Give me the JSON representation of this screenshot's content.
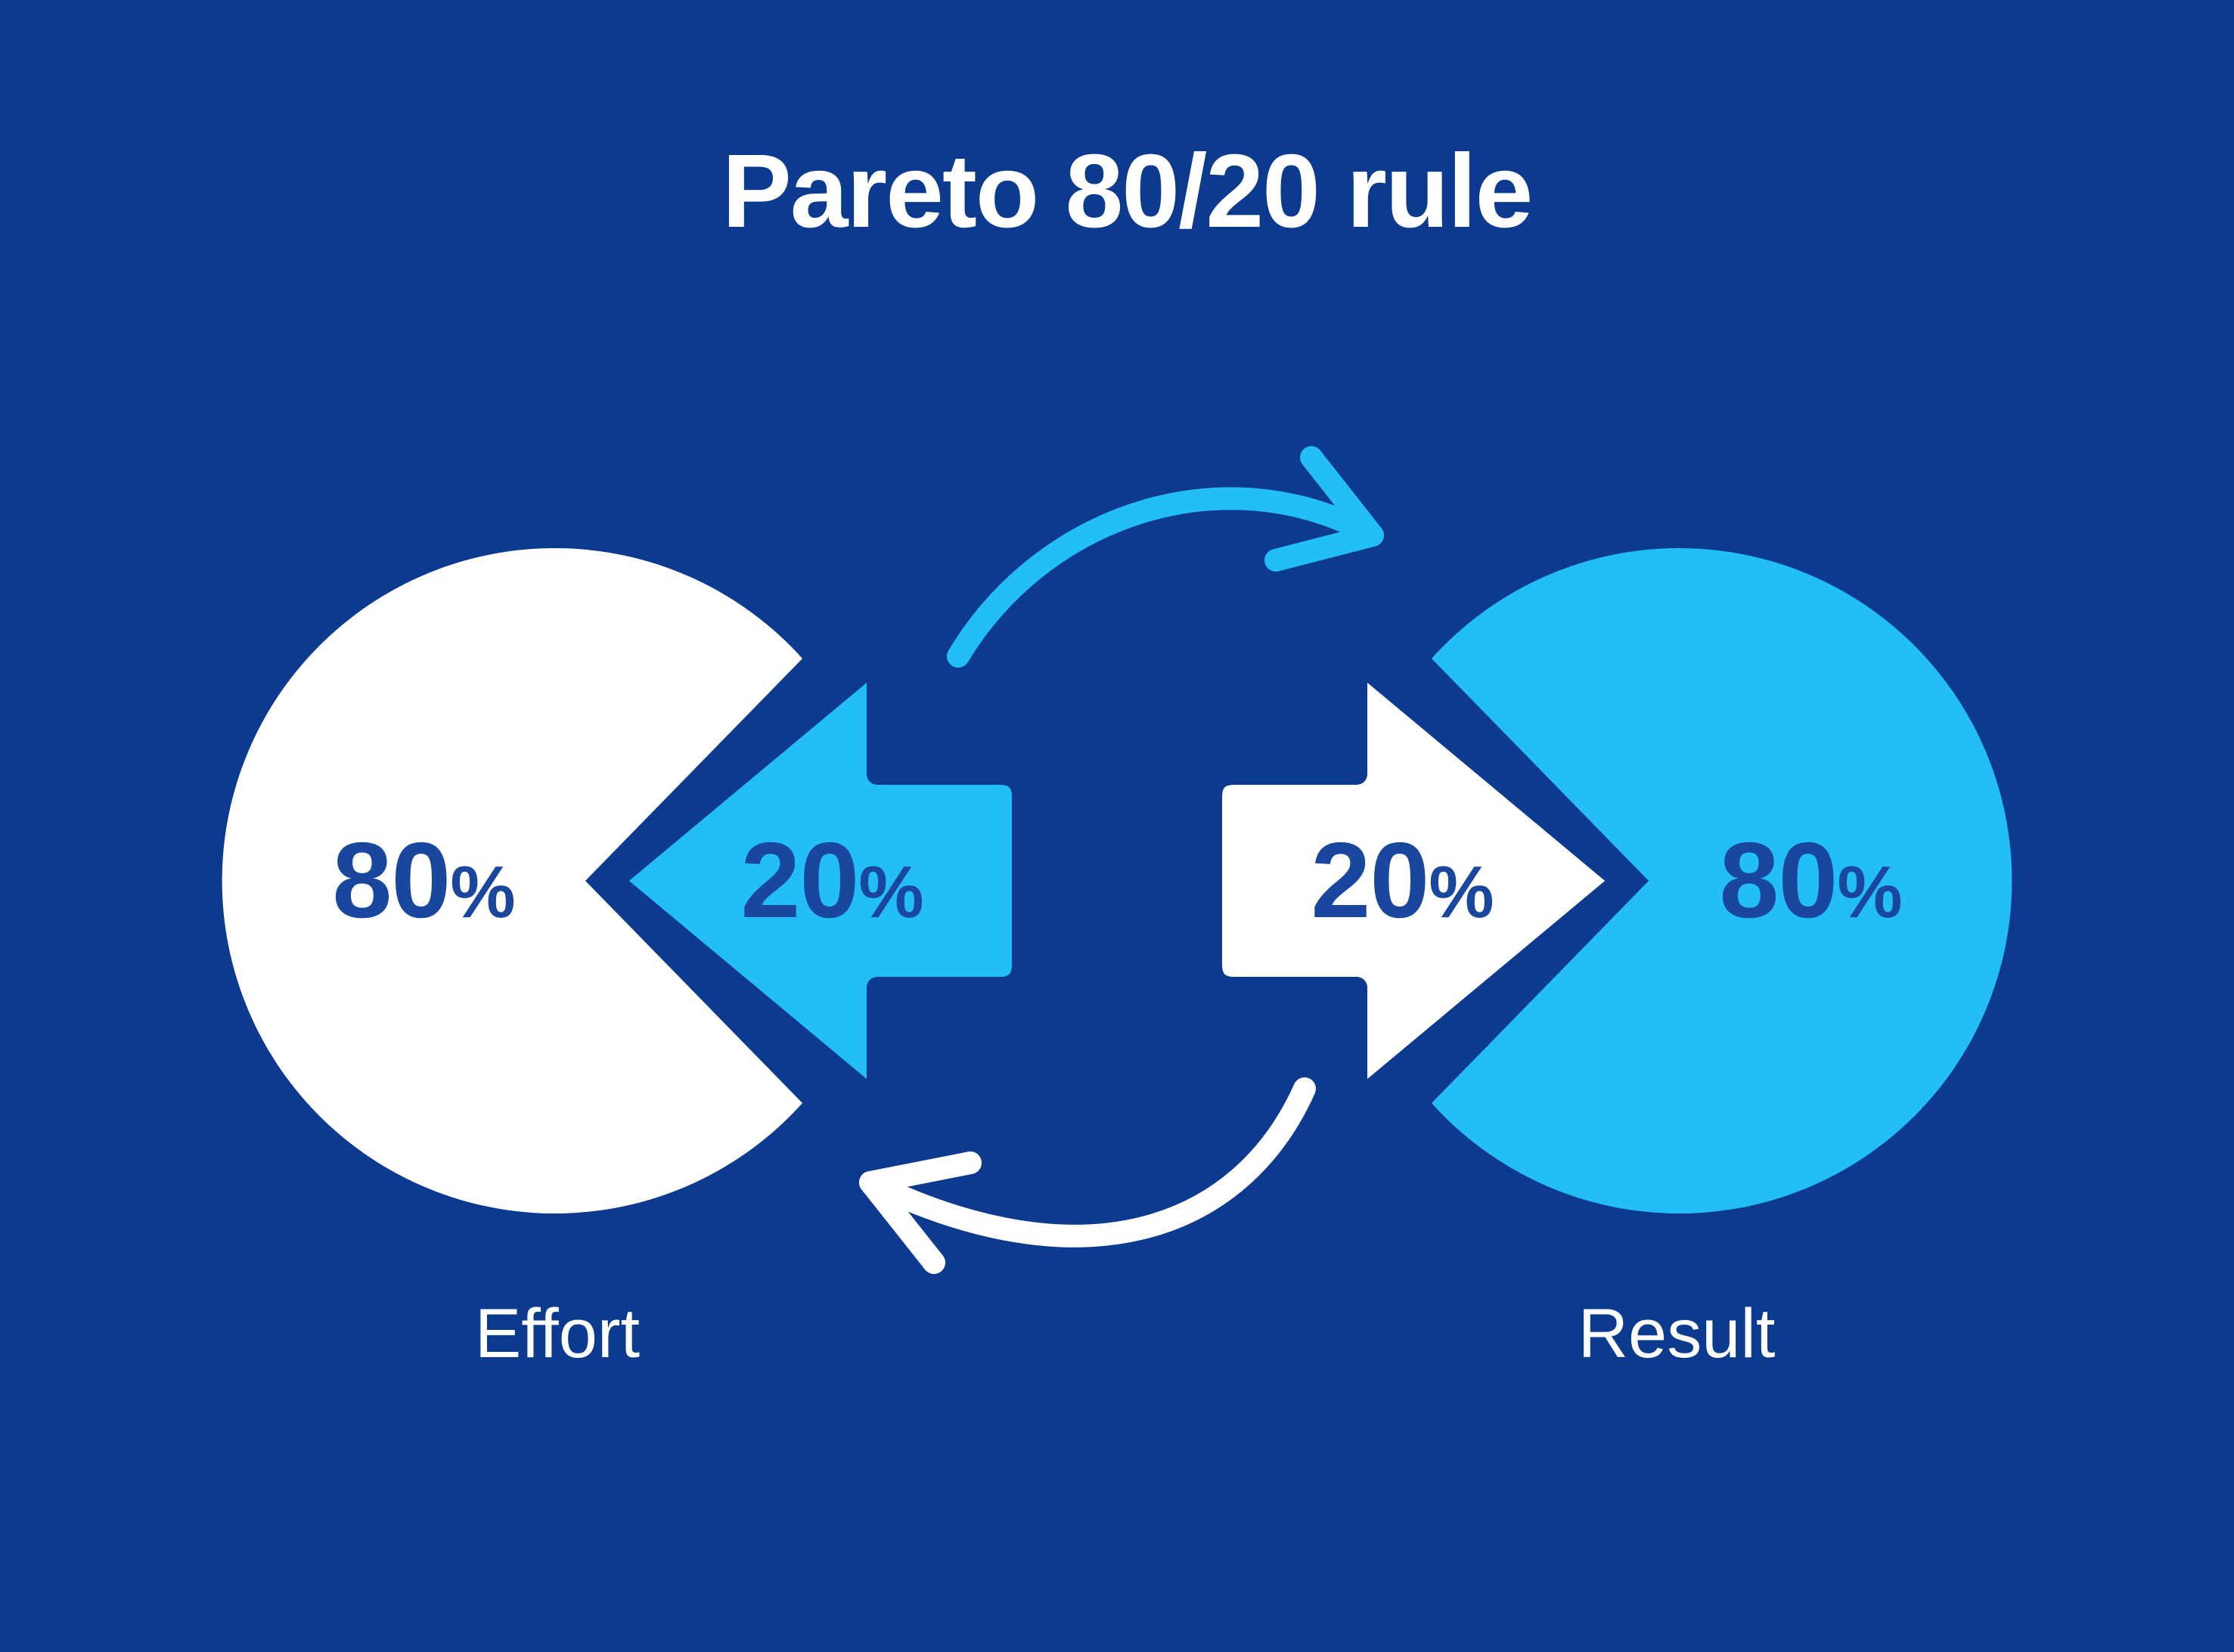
{
  "title": "Pareto 80/20 rule",
  "left_group": {
    "circle_value": "80",
    "circle_unit": "%",
    "arrow_value": "20",
    "arrow_unit": "%",
    "label": "Effort"
  },
  "right_group": {
    "arrow_value": "20",
    "arrow_unit": "%",
    "circle_value": "80",
    "circle_unit": "%",
    "label": "Result"
  },
  "colors": {
    "background": "#0B3A8F",
    "accent_light_blue": "#23BEF8",
    "white": "#FFFFFF",
    "navy_text": "#1A479E"
  }
}
